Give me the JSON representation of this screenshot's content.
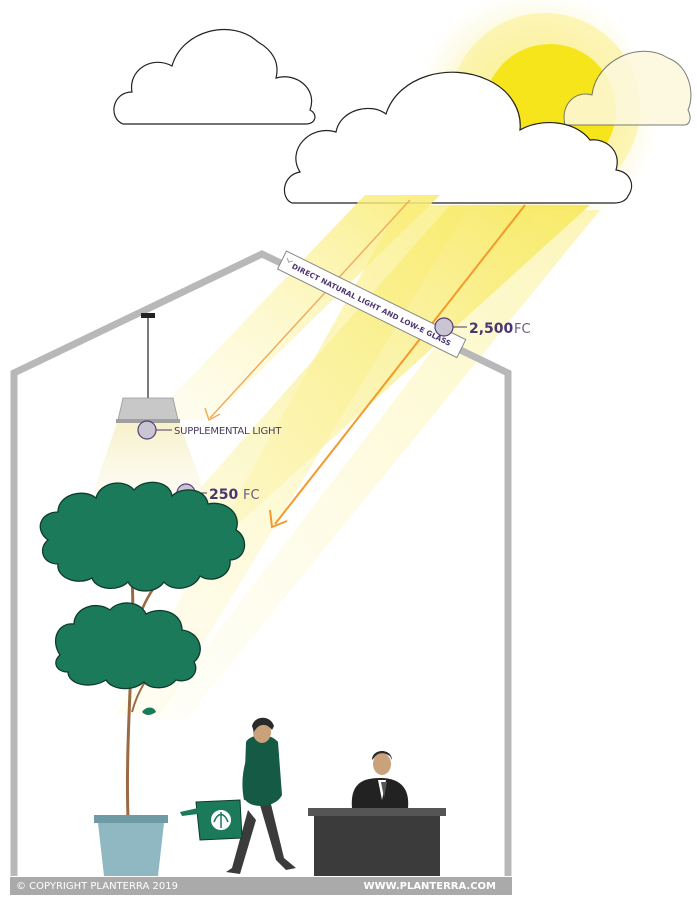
{
  "labels": {
    "direct_light": "DIRECT NATURAL LIGHT AND LOW-E GLASS",
    "direct_value": "2,500",
    "direct_unit": "FC",
    "supplemental": "SUPPLEMENTAL LIGHT",
    "supp_value": "250",
    "supp_unit": "FC"
  },
  "footer": {
    "copyright": "© COPYRIGHT PLANTERRA 2019",
    "website": "WWW.PLANTERRA.COM"
  },
  "colors": {
    "sun_core": "#f6e61a",
    "sun_glow": "#faf0a0",
    "beam": "#fbf080",
    "beam_line": "#f39a2a",
    "wall": "#b4b4b4",
    "foliage": "#1b7a5a",
    "pot": "#8fb8c2",
    "desk": "#3b3b3b",
    "footer_bg": "#a8a8a8",
    "label_accent": "#4a3570"
  }
}
